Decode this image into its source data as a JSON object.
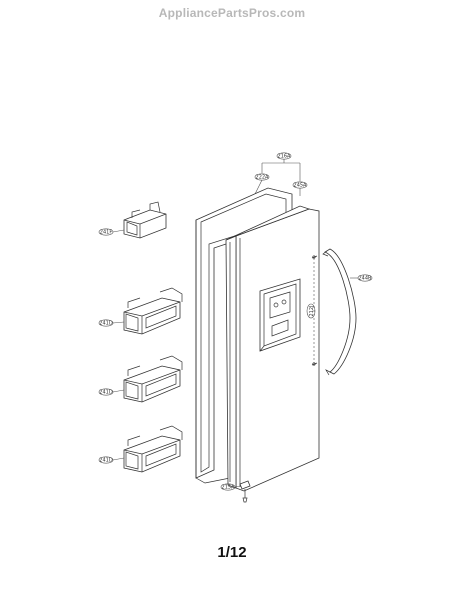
{
  "watermark": "AppliancePartsPros.com",
  "page_number": "1/12",
  "callouts": {
    "c216a": "216A",
    "c222a": "222A",
    "c245a": "245A",
    "c241f": "241F",
    "c244b": "244B",
    "c212j": "212J",
    "c241d_1": "241D",
    "c241d_2": "241D",
    "c241d_3": "241D",
    "c215a": "215A"
  }
}
